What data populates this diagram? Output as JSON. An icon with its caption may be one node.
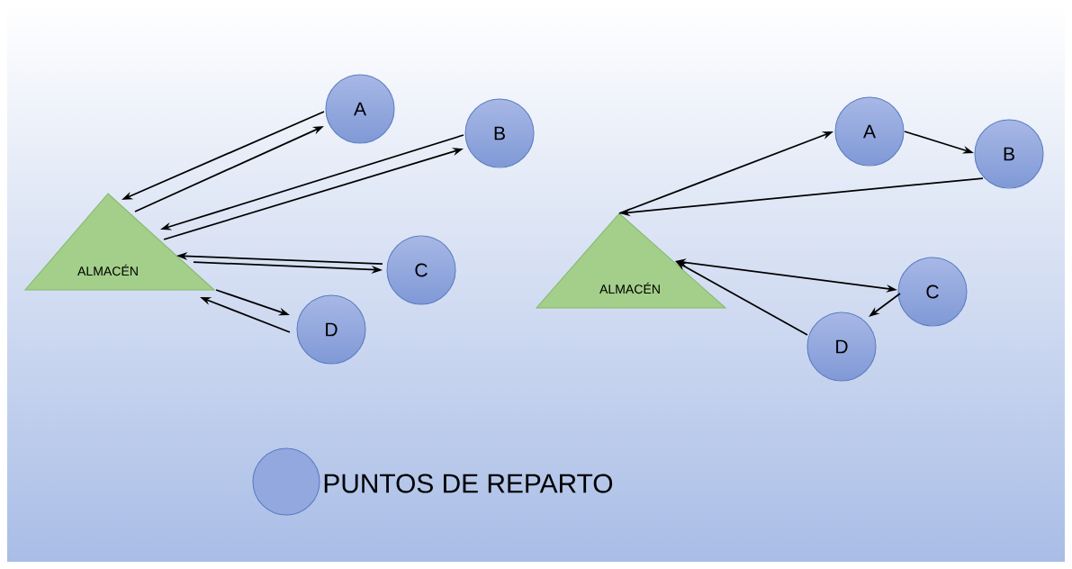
{
  "diagram": {
    "nodes": [
      {
        "text": [
          "ALMACÉN"
        ]
      },
      {
        "text": [
          "A"
        ]
      },
      {
        "text": [
          "B"
        ]
      },
      {
        "text": [
          "C"
        ]
      },
      {
        "text": [
          "D"
        ]
      },
      {
        "text": [
          "ALMACÉN"
        ]
      },
      {
        "text": [
          "A"
        ]
      },
      {
        "text": [
          "B"
        ]
      },
      {
        "text": [
          "C"
        ]
      },
      {
        "text": [
          "D"
        ]
      }
    ],
    "edges": [
      {
        "from": 1,
        "to": 0,
        "arrow": "to"
      },
      {
        "from": 0,
        "to": 1,
        "arrow": "to"
      },
      {
        "from": 2,
        "to": 0,
        "arrow": "to"
      },
      {
        "from": 0,
        "to": 2,
        "arrow": "to"
      },
      {
        "from": 3,
        "to": 0,
        "arrow": "to"
      },
      {
        "from": 0,
        "to": 3,
        "arrow": "to"
      },
      {
        "from": 0,
        "to": 4,
        "arrow": "to"
      },
      {
        "from": 4,
        "to": 0,
        "arrow": "to"
      },
      {
        "from": 5,
        "to": 6,
        "arrow": "to"
      },
      {
        "from": 6,
        "to": 7,
        "arrow": "to"
      },
      {
        "from": 7,
        "to": 5,
        "arrow": "to"
      },
      {
        "from": 5,
        "to": 8,
        "arrow": "both"
      },
      {
        "from": 8,
        "to": 9,
        "arrow": "to"
      },
      {
        "from": 9,
        "to": 5,
        "arrow": "to"
      }
    ],
    "legend": [
      {
        "text": "PUNTOS DE REPARTO",
        "color": "#93a8de"
      }
    ]
  }
}
